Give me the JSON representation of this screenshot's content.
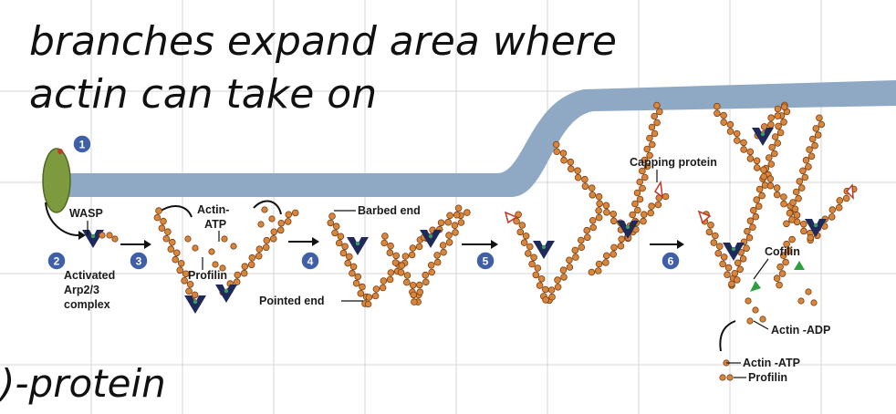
{
  "handwriting": {
    "line1": "branches expand area where",
    "line2": "actin can take on",
    "line3": ")-protein"
  },
  "steps": [
    "1",
    "2",
    "3",
    "4",
    "5",
    "6"
  ],
  "labels": {
    "wasp": "WASP",
    "activated_line1": "Activated",
    "activated_line2": "Arp2/3",
    "activated_line3": "complex",
    "actin_atp_top1": "Actin-",
    "actin_atp_top2": "ATP",
    "profilin_mid": "Profilin",
    "barbed_end": "Barbed end",
    "pointed_end": "Pointed end",
    "capping_protein": "Capping protein",
    "cofilin": "Cofilin",
    "actin_adp": "Actin -ADP",
    "actin_atp_bottom": "Actin -ATP",
    "profilin_bottom": "Profilin"
  },
  "colors": {
    "membrane": "#8fa8c4",
    "actin_bead": "#d9863d",
    "actin_outline": "#7a3e12",
    "arp": "#1f2a5a",
    "arp_highlight": "#3c9a6a",
    "step_circle": "#3f5fa8",
    "wasp_green": "#7d9a3f",
    "cofilin": "#2e9e3e",
    "capping": "#c0392b",
    "grid": "#d6d6d6"
  }
}
